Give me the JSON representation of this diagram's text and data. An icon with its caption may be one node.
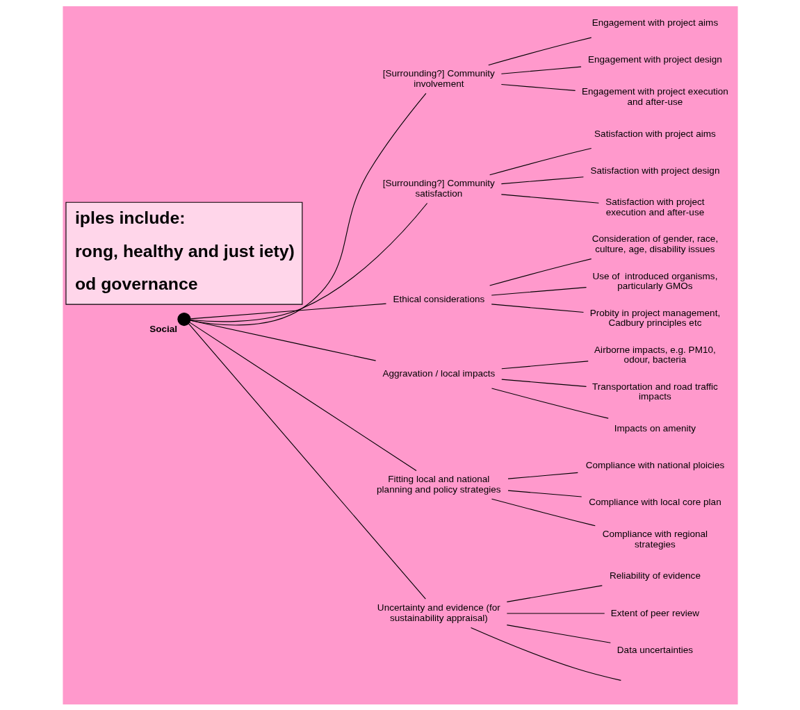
{
  "diagram": {
    "nodes": [
      {
        "text": [],
        "shape": "circle",
        "beside": [
          "Social"
        ]
      },
      {
        "text": [
          "[Surrounding?] Community involvement"
        ]
      },
      {
        "text": [
          "Engagement with project aims"
        ]
      },
      {
        "text": [
          "Engagement with project design"
        ]
      },
      {
        "text": [
          "Engagement with project execution and after-use"
        ]
      },
      {
        "text": [
          "[Surrounding?] Community satisfaction"
        ]
      },
      {
        "text": [
          "Satisfaction with project aims"
        ]
      },
      {
        "text": [
          "Satisfaction with project design"
        ]
      },
      {
        "text": [
          "Satisfaction with project execution and after-use"
        ]
      },
      {
        "text": [
          "Ethical considerations"
        ]
      },
      {
        "text": [
          "Consideration of gender, race, culture, age, disability issues"
        ]
      },
      {
        "text": [
          "Use of  introduced organisms, particularly GMOs"
        ]
      },
      {
        "text": [
          "Probity in project management, Cadbury principles etc"
        ]
      },
      {
        "text": [
          "Aggravation / local impacts"
        ]
      },
      {
        "text": [
          "Airborne impacts, e.g. PM10, odour, bacteria"
        ]
      },
      {
        "text": [
          "Transportation and road traffic impacts"
        ]
      },
      {
        "text": [
          "Impacts on amenity"
        ]
      },
      {
        "text": [
          "Fitting local and national planning and policy strategies"
        ]
      },
      {
        "text": [
          "Compliance with national ploicies"
        ]
      },
      {
        "text": [
          "Compliance with local core plan"
        ]
      },
      {
        "text": [
          "Compliance with regional strategies"
        ]
      },
      {
        "text": [
          "Uncertainty and evidence (for sustainability appraisal)"
        ]
      },
      {
        "text": [
          "Reliability of evidence"
        ]
      },
      {
        "text": [
          "Extent of peer review"
        ]
      },
      {
        "text": [
          "Data uncertainties"
        ]
      },
      {
        "text": [
          "iples include:",
          "rong, healthy and just iety)",
          "od governance"
        ]
      }
    ],
    "edges": [
      {
        "from": 0,
        "to": 1,
        "arrow": "none"
      },
      {
        "from": 0,
        "to": 5,
        "arrow": "none"
      },
      {
        "from": 0,
        "to": 9,
        "arrow": "none"
      },
      {
        "from": 0,
        "to": 13,
        "arrow": "none"
      },
      {
        "from": 0,
        "to": 17,
        "arrow": "none"
      },
      {
        "from": 0,
        "to": 21,
        "arrow": "none"
      },
      {
        "from": 1,
        "to": 2,
        "arrow": "none"
      },
      {
        "from": 1,
        "to": 3,
        "arrow": "none"
      },
      {
        "from": 1,
        "to": 4,
        "arrow": "none"
      },
      {
        "from": 5,
        "to": 6,
        "arrow": "none"
      },
      {
        "from": 5,
        "to": 7,
        "arrow": "none"
      },
      {
        "from": 5,
        "to": 8,
        "arrow": "none"
      },
      {
        "from": 9,
        "to": 10,
        "arrow": "none"
      },
      {
        "from": 9,
        "to": 11,
        "arrow": "none"
      },
      {
        "from": 9,
        "to": 12,
        "arrow": "none"
      },
      {
        "from": 13,
        "to": 14,
        "arrow": "none"
      },
      {
        "from": 13,
        "to": 15,
        "arrow": "none"
      },
      {
        "from": 13,
        "to": 16,
        "arrow": "none"
      },
      {
        "from": 17,
        "to": 18,
        "arrow": "none"
      },
      {
        "from": 17,
        "to": 19,
        "arrow": "none"
      },
      {
        "from": 17,
        "to": 20,
        "arrow": "none"
      },
      {
        "from": 21,
        "to": 22,
        "arrow": "none"
      },
      {
        "from": 21,
        "to": null,
        "arrow": "none"
      },
      {
        "from": 21,
        "to": 23,
        "arrow": "none"
      },
      {
        "from": 21,
        "to": 24,
        "arrow": "none"
      }
    ]
  }
}
